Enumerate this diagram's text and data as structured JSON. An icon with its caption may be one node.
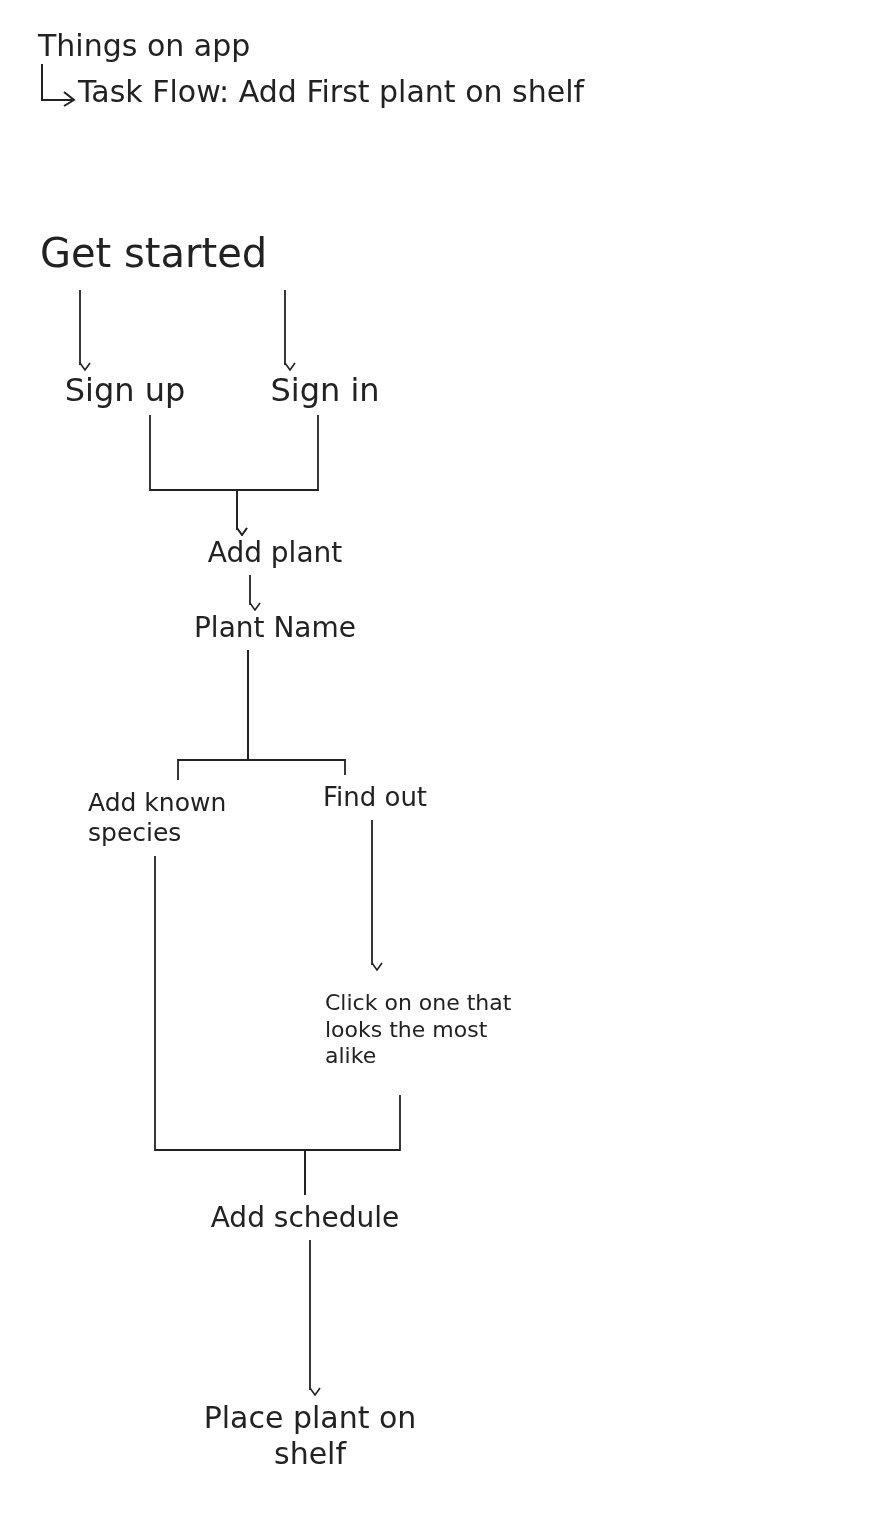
{
  "diagram": {
    "title": "Things on app",
    "nodes": [
      {
        "text": [
          "Get started"
        ]
      },
      {
        "text": [
          "Sign up"
        ]
      },
      {
        "text": [
          "Sign in"
        ]
      },
      {
        "text": [
          "Add plant"
        ]
      },
      {
        "text": [
          "Plant Name"
        ]
      },
      {
        "text": [
          "Add known species"
        ]
      },
      {
        "text": [
          "Find out"
        ]
      },
      {
        "text": [
          "Click on one that looks the most alike"
        ]
      },
      {
        "text": [
          "Add schedule"
        ]
      },
      {
        "text": [
          "Place plant on shelf"
        ]
      }
    ],
    "edges": [
      {
        "from": 0,
        "to": 1,
        "arrow": "to"
      },
      {
        "from": 0,
        "to": 2,
        "arrow": "to"
      },
      {
        "from": 1,
        "to": 3,
        "arrow": "to"
      },
      {
        "from": 2,
        "to": 3,
        "arrow": "to"
      },
      {
        "from": 3,
        "to": 4,
        "arrow": "to"
      },
      {
        "from": 4,
        "to": 5,
        "arrow": "none"
      },
      {
        "from": 4,
        "to": 6,
        "arrow": "none"
      },
      {
        "from": 6,
        "to": 7,
        "arrow": "to"
      },
      {
        "from": 5,
        "to": 8,
        "arrow": "none"
      },
      {
        "from": 7,
        "to": 8,
        "arrow": "none"
      },
      {
        "from": 8,
        "to": 9,
        "arrow": "to"
      }
    ],
    "labels": [
      "Task Flow: Add First plant on shelf"
    ]
  }
}
